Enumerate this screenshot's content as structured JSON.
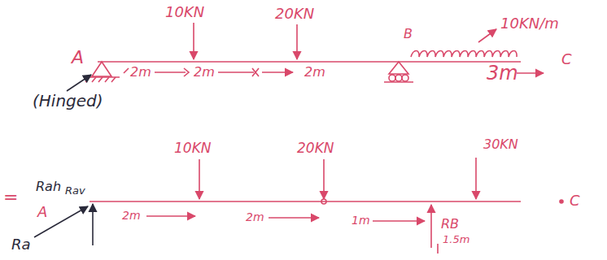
{
  "diagram": {
    "labels": [
      "10KN",
      "20KN",
      "B",
      "10KN/m",
      "A",
      "2m",
      "2m",
      "2m",
      "C",
      "3m",
      "(Hinged)",
      "10KN",
      "20KN",
      "30KN",
      "=",
      "Rah",
      "Rav",
      "A",
      "2m",
      "2m",
      "1m",
      "RB",
      "C",
      "1.5m",
      "Ra"
    ]
  }
}
